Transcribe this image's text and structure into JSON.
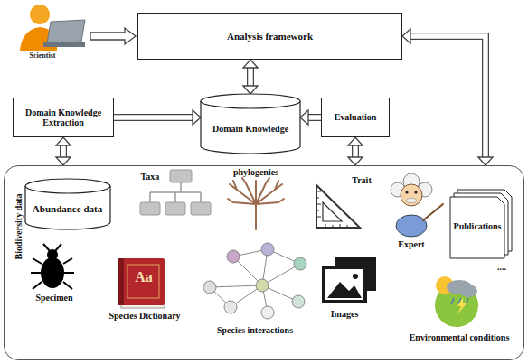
{
  "diagram": {
    "nodes": [
      {
        "text": [
          "Analysis framework"
        ]
      },
      {
        "text": [
          "Domain Knowledge Extraction"
        ]
      },
      {
        "text": [
          "Domain Knowledge"
        ]
      },
      {
        "text": [
          "Evaluation"
        ]
      },
      {
        "text": [
          "Biodiversity data"
        ]
      },
      {
        "text": [
          "Abundance data"
        ],
        "in": 4
      },
      {
        "text": [
          "Publications"
        ],
        "in": 4
      }
    ],
    "edges": [
      {
        "from": 0,
        "to": 2,
        "arrow": "both"
      },
      {
        "from": 1,
        "to": 2,
        "arrow": "to"
      },
      {
        "from": 3,
        "to": 2,
        "arrow": "to"
      },
      {
        "from": 1,
        "to": 4,
        "arrow": "both"
      },
      {
        "from": 3,
        "to": 4,
        "arrow": "both"
      },
      {
        "from": 0,
        "to": 4,
        "arrow": "both"
      }
    ],
    "labels": [
      "Scientist",
      "Taxa",
      "phylogenies",
      "Trait",
      "Expert",
      "Specimen",
      "Aa",
      "Species Dictionary",
      "Species interactions",
      "Images",
      "....",
      "Environmental conditions"
    ]
  }
}
